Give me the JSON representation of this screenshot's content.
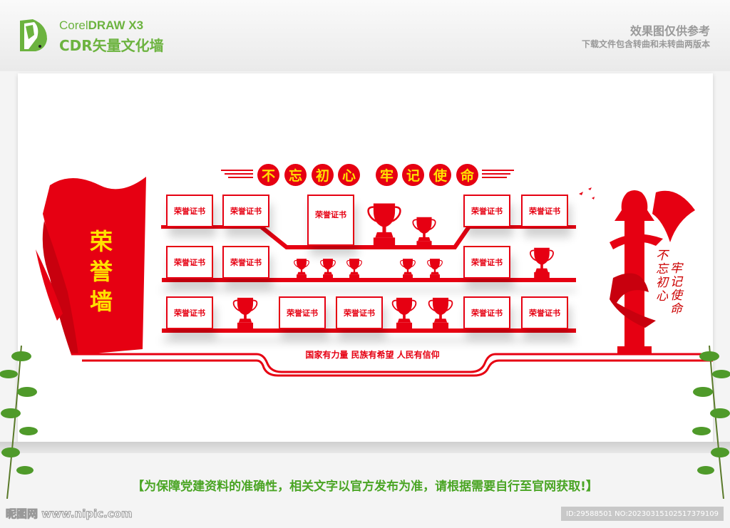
{
  "header": {
    "logo_line1_a": "Corel",
    "logo_line1_b": "DRAW X3",
    "logo_line2": "CDR矢量文化墙",
    "note_title": "效果图仅供参考",
    "note_sub": "下载文件包含转曲和未转曲两版本"
  },
  "wall": {
    "flag_text": "荣誉墙",
    "title_chars": [
      "不",
      "忘",
      "初",
      "心",
      "牢",
      "记",
      "使",
      "命"
    ],
    "certificate_label": "荣誉证书",
    "motto": "国家有力量  民族有希望  人民有信仰",
    "calligraphy_col1": "不忘初心",
    "calligraphy_col2": "牢记使命"
  },
  "footer": {
    "banner": "【为保障党建资料的准确性，相关文字以官方发布为准，请根据需要自行至官网获取!】",
    "watermark": "昵图网 www.nipic.com",
    "id_text": "ID:29588501 NO:20230315102517379109"
  },
  "colors": {
    "red": "#e60012",
    "yellow": "#ffe100",
    "green": "#6cb33f"
  }
}
